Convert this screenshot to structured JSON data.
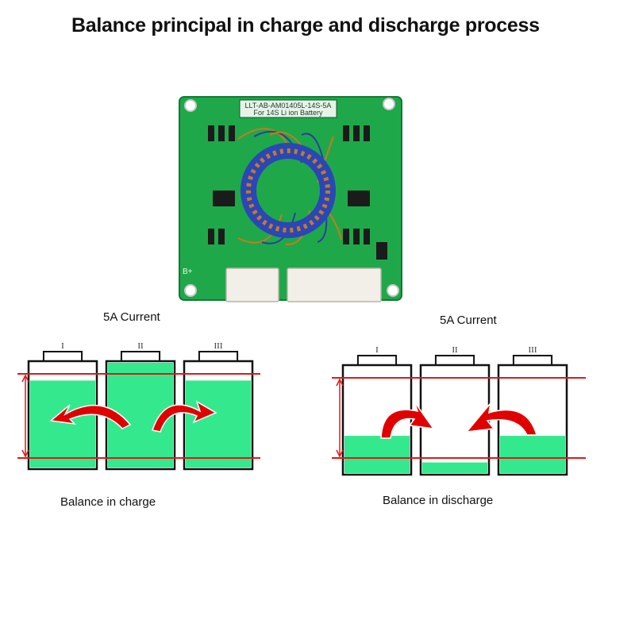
{
  "title": "Balance principal in charge and discharge process",
  "board": {
    "silkscreen_line1": "LLT-AB-AM01405L-14S-5A",
    "silkscreen_line2": "For 14S Li ion Battery",
    "bplus": "B+"
  },
  "charge": {
    "current_label": "5A Current",
    "caption": "Balance in charge",
    "cells": [
      {
        "roman": "I",
        "fill_fraction": 0.83
      },
      {
        "roman": "II",
        "fill_fraction": 1.0
      },
      {
        "roman": "III",
        "fill_fraction": 0.83
      }
    ]
  },
  "discharge": {
    "current_label": "5A Current",
    "caption": "Balance in discharge",
    "cells": [
      {
        "roman": "I",
        "fill_fraction": 0.35
      },
      {
        "roman": "II",
        "fill_fraction": 0.1
      },
      {
        "roman": "III",
        "fill_fraction": 0.35
      }
    ]
  },
  "colors": {
    "battery_fill": "#34e88e",
    "board_green": "#1fa84a",
    "red_line": "#e01818",
    "arrow_red": "#e00000"
  }
}
